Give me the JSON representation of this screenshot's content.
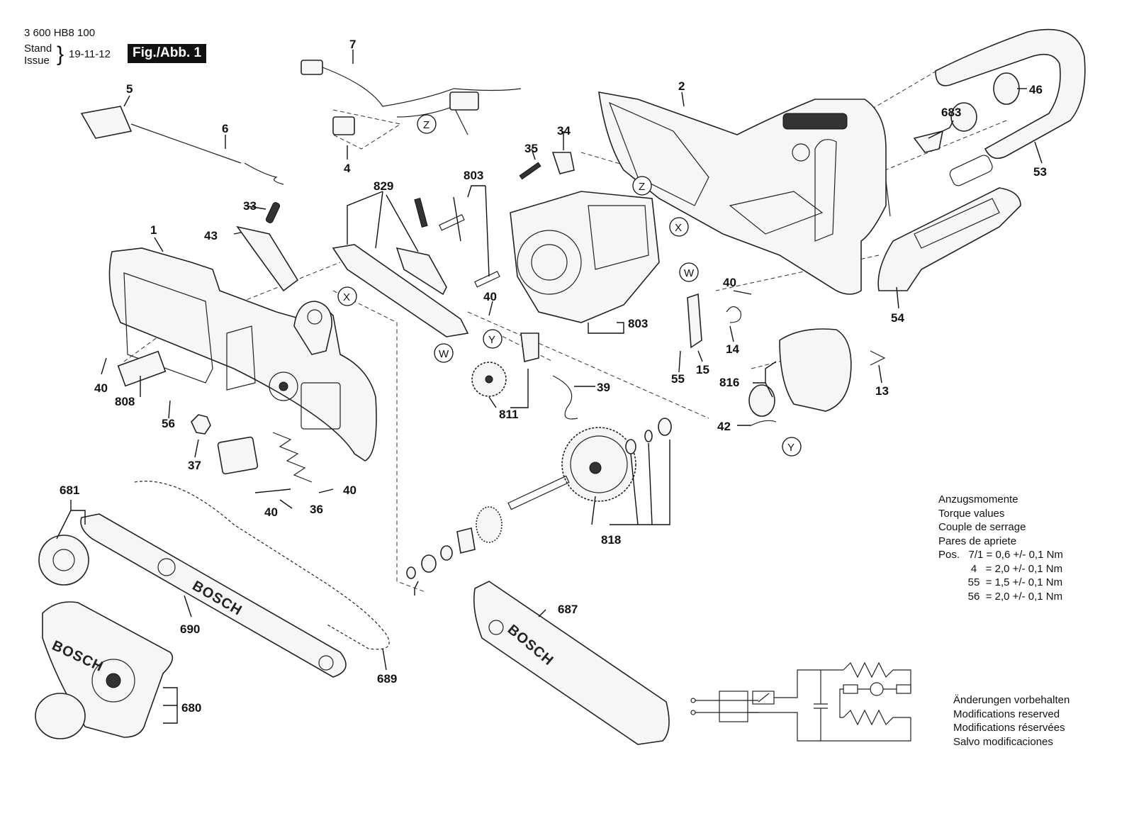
{
  "header": {
    "doc_number": "3 600 HB8 100",
    "stand": "Stand",
    "issue": "Issue",
    "date": "19-11-12",
    "figure_label": "Fig./Abb. 1"
  },
  "part_numbers": {
    "p1": "1",
    "p2": "2",
    "p4": "4",
    "p5": "5",
    "p6": "6",
    "p7": "7",
    "p13": "13",
    "p14": "14",
    "p15": "15",
    "p33": "33",
    "p34": "34",
    "p35": "35",
    "p36": "36",
    "p37": "37",
    "p39": "39",
    "p40a": "40",
    "p40b": "40",
    "p40c": "40",
    "p40d": "40",
    "p40e": "40",
    "p42": "42",
    "p43": "43",
    "p46": "46",
    "p53": "53",
    "p54": "54",
    "p55": "55",
    "p56": "56",
    "p680": "680",
    "p681": "681",
    "p683": "683",
    "p687": "687",
    "p689": "689",
    "p690": "690",
    "p803a": "803",
    "p803b": "803",
    "p808": "808",
    "p811": "811",
    "p816": "816",
    "p818": "818",
    "p829": "829"
  },
  "reference_marks": [
    "X",
    "X",
    "Y",
    "Y",
    "Z",
    "Z",
    "W",
    "W"
  ],
  "brand_text": "BOSCH",
  "torque": {
    "title_de": "Anzugsmomente",
    "title_en": "Torque values",
    "title_fr": "Couple de serrage",
    "title_es": "Pares de apriete",
    "row1": "Pos.   7/1 = 0,6 +/- 0,1 Nm",
    "row2": "           4   = 2,0 +/- 0,1 Nm",
    "row3": "          55  = 1,5 +/- 0,1 Nm",
    "row4": "          56  = 2,0 +/- 0,1 Nm"
  },
  "changes": {
    "de": "Änderungen vorbehalten",
    "en": "Modifications reserved",
    "fr": "Modifications réservées",
    "es": "Salvo modificaciones"
  }
}
